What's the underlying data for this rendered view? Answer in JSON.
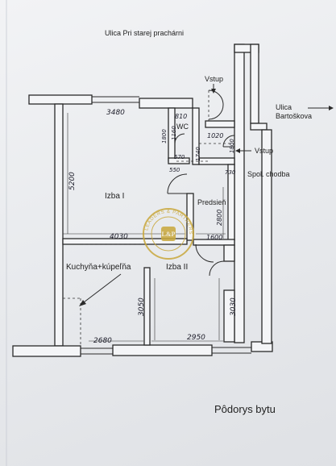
{
  "streets": {
    "top": "Ulica Pri starej prachárni",
    "right_line1": "Ulica",
    "right_line2": "Bartoškova"
  },
  "labels": {
    "entrance_top": "Vstup",
    "entrance_right": "Vstup",
    "wc": "WC",
    "common_corridor": "Spol. chodba",
    "room_1": "Izba I",
    "hallway": "Predsieň",
    "kitchen_bath": "Kuchyňa+kúpeľňa",
    "room_2": "Izba II"
  },
  "dimensions": {
    "top_wall": "3480",
    "wc_width": "810",
    "wc_height": "1800",
    "wc_inner": "1160",
    "entry_width": "1020",
    "entry_depth": "1800",
    "small_a": "570",
    "small_b": "550",
    "small_c": "1740",
    "small_d": "730",
    "left_height": "5200",
    "hall_height": "2800",
    "room1_width": "4030",
    "hall_width": "1600",
    "kitchen_height": "3050",
    "room2_height": "3030",
    "bottom_left": "2680",
    "bottom_right": "2950"
  },
  "watermark": {
    "text_arc": "LEADERS & PARTNERS",
    "monogram": "L&P"
  },
  "caption": "Pôdorys bytu",
  "colors": {
    "ink": "#2a2a2a",
    "handwriting": "#1d1d2a",
    "watermark_gold": "#c9a83c",
    "paper": "#f2f3f5"
  }
}
